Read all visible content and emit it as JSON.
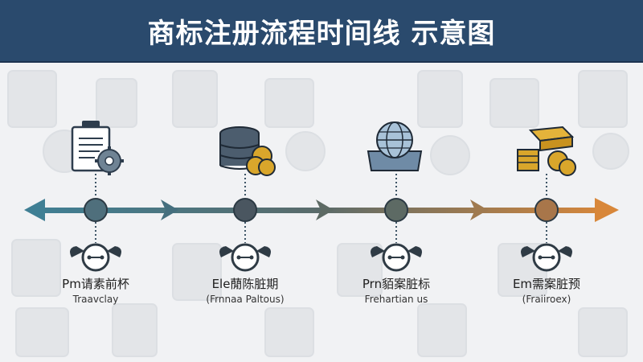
{
  "header": {
    "title": "商标注册流程时间线 示意图"
  },
  "stages": [
    {
      "title": "Pm请素前杯",
      "subtitle": "Traavclay",
      "icon": "document-gear-icon"
    },
    {
      "title": "Ele蕑陈脏期",
      "subtitle": "(Frnnaa Paltous)",
      "icon": "coin-stack-icon"
    },
    {
      "title": "Prn貊案脏标",
      "subtitle": "Frehartian us",
      "icon": "globe-dome-icon"
    },
    {
      "title": "Em需案脏预",
      "subtitle": "(Fraiiroex)",
      "icon": "gold-bars-coins-icon"
    }
  ],
  "colors": {
    "header_bg": "#2a4a6d",
    "arrow_left": "#3f7f94",
    "arrow_mid": "#5a6b6a",
    "arrow_right": "#d8873a",
    "node": "#4f6f7c"
  }
}
